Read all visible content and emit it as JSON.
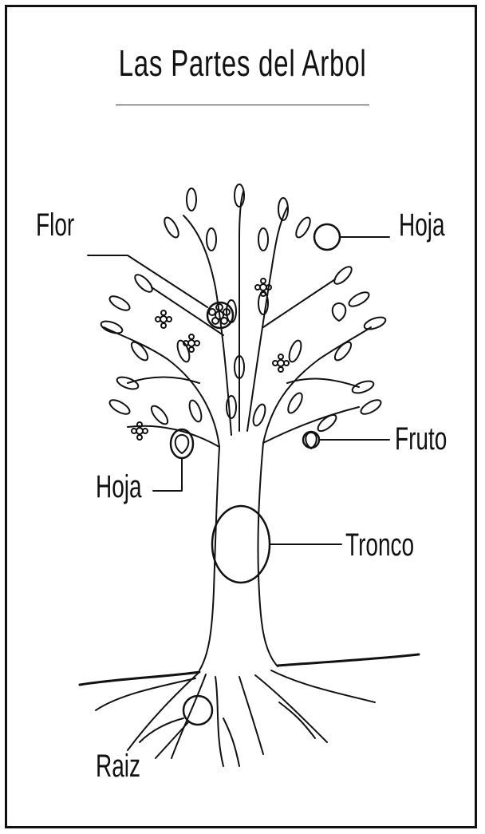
{
  "title": "Las Partes del Arbol",
  "labels": {
    "flor": "Flor",
    "hoja_top": "Hoja",
    "fruto": "Fruto",
    "hoja_left": "Hoja",
    "tronco": "Tronco",
    "raiz": "Raiz"
  },
  "colors": {
    "ink": "#111111",
    "paper": "#ffffff"
  }
}
